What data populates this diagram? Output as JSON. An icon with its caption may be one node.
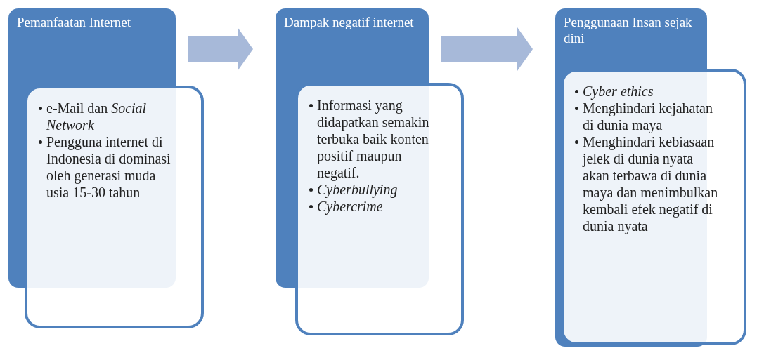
{
  "diagram": {
    "nodes": [
      {
        "text": [
          "Pemanfaatan Internet"
        ]
      },
      {
        "text": [
          "e-Mail dan *Social Network*",
          "Pengguna internet di Indonesia di dominasi oleh generasi muda usia 15-30 tahun"
        ]
      },
      {
        "text": [
          "Dampak negatif internet"
        ]
      },
      {
        "text": [
          "Informasi yang didapatkan semakin terbuka baik konten positif maupun negatif.",
          "*Cyberbullying*",
          "*Cybercrime*"
        ]
      },
      {
        "text": [
          "Penggunaan Insan sejak dini"
        ]
      },
      {
        "text": [
          "*Cyber ethics*",
          "Menghindari kejahatan di dunia maya",
          "Menghindari kebiasaan jelek di dunia nyata akan terbawa di dunia maya dan menimbulkan kembali efek negatif di dunia nyata"
        ]
      }
    ],
    "edges": [
      {
        "from": 0,
        "to": 2,
        "arrow": "to"
      },
      {
        "from": 2,
        "to": 4,
        "arrow": "to"
      }
    ]
  }
}
